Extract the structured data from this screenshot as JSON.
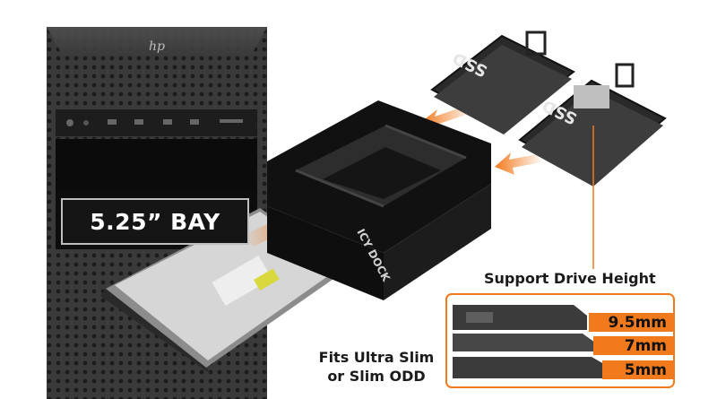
{
  "tower": {
    "logo": "hp",
    "bay_label": "5.25” BAY"
  },
  "cage": {
    "brand": "ICY DOCK"
  },
  "ssd_caddy": {
    "label": "SSD"
  },
  "support": {
    "title": "Support Drive Height",
    "heights": [
      "9.5mm",
      "7mm",
      "5mm"
    ]
  },
  "odd_caption": {
    "line1": "Fits Ultra Slim",
    "line2": "or Slim ODD"
  },
  "colors": {
    "accent": "#f17a1d",
    "metal": "#2b2b2b",
    "text": "#1a1a1a"
  }
}
